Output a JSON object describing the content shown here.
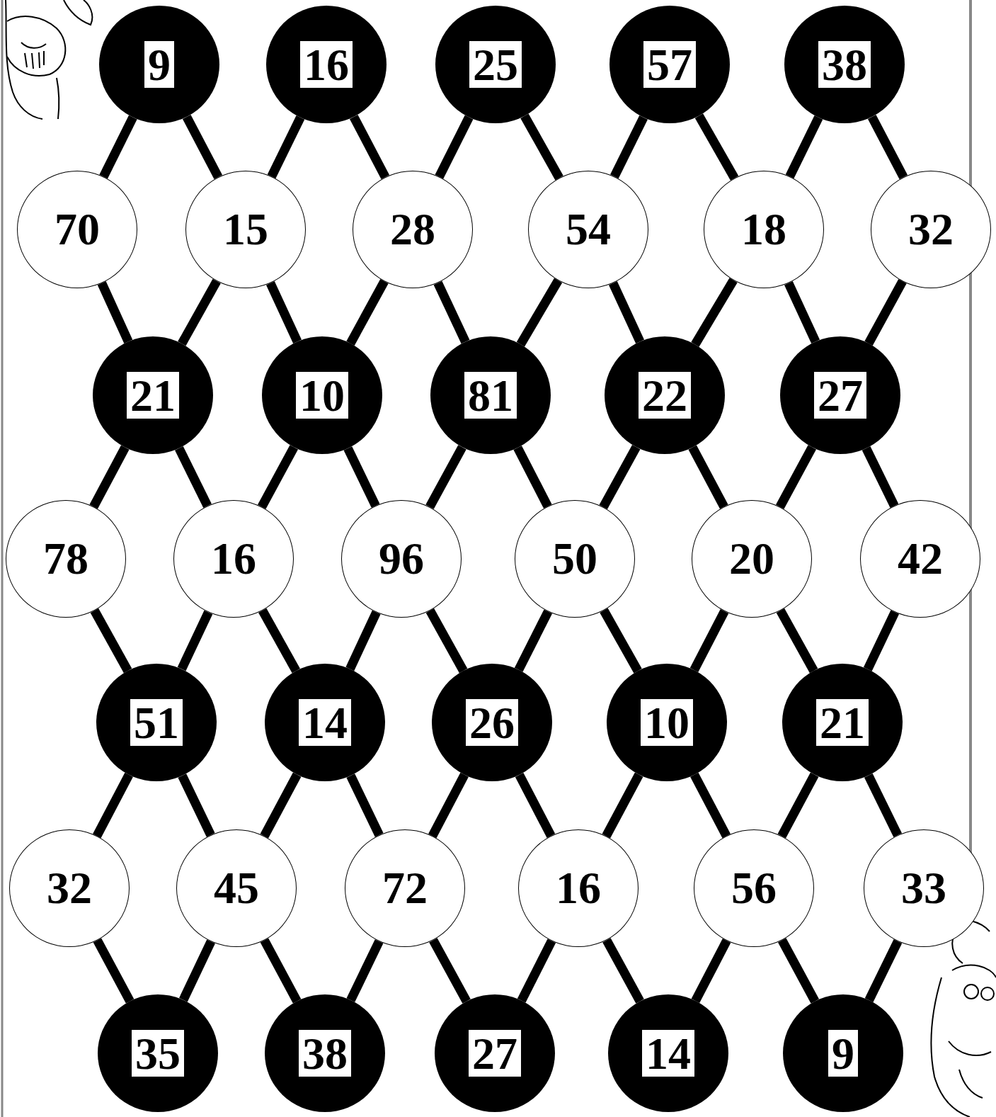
{
  "diagram": {
    "nodes": [
      {
        "text": [
          "9"
        ]
      },
      {
        "text": [
          "16"
        ]
      },
      {
        "text": [
          "25"
        ]
      },
      {
        "text": [
          "57"
        ]
      },
      {
        "text": [
          "38"
        ]
      },
      {
        "text": [
          "70"
        ]
      },
      {
        "text": [
          "15"
        ]
      },
      {
        "text": [
          "28"
        ]
      },
      {
        "text": [
          "54"
        ]
      },
      {
        "text": [
          "18"
        ]
      },
      {
        "text": [
          "32"
        ]
      },
      {
        "text": [
          "21"
        ]
      },
      {
        "text": [
          "10"
        ]
      },
      {
        "text": [
          "81"
        ]
      },
      {
        "text": [
          "22"
        ]
      },
      {
        "text": [
          "27"
        ]
      },
      {
        "text": [
          "78"
        ]
      },
      {
        "text": [
          "16"
        ]
      },
      {
        "text": [
          "96"
        ]
      },
      {
        "text": [
          "50"
        ]
      },
      {
        "text": [
          "20"
        ]
      },
      {
        "text": [
          "42"
        ]
      },
      {
        "text": [
          "51"
        ]
      },
      {
        "text": [
          "14"
        ]
      },
      {
        "text": [
          "26"
        ]
      },
      {
        "text": [
          "10"
        ]
      },
      {
        "text": [
          "21"
        ]
      },
      {
        "text": [
          "32"
        ]
      },
      {
        "text": [
          "45"
        ]
      },
      {
        "text": [
          "72"
        ]
      },
      {
        "text": [
          "16"
        ]
      },
      {
        "text": [
          "56"
        ]
      },
      {
        "text": [
          "33"
        ]
      },
      {
        "text": [
          "35"
        ]
      },
      {
        "text": [
          "38"
        ]
      },
      {
        "text": [
          "27"
        ]
      },
      {
        "text": [
          "14"
        ]
      },
      {
        "text": [
          "9"
        ]
      }
    ],
    "edges": [
      {
        "from": 0,
        "to": 5,
        "arrow": "none"
      },
      {
        "from": 0,
        "to": 6,
        "arrow": "none"
      },
      {
        "from": 1,
        "to": 6,
        "arrow": "none"
      },
      {
        "from": 1,
        "to": 7,
        "arrow": "none"
      },
      {
        "from": 2,
        "to": 7,
        "arrow": "none"
      },
      {
        "from": 2,
        "to": 8,
        "arrow": "none"
      },
      {
        "from": 3,
        "to": 8,
        "arrow": "none"
      },
      {
        "from": 3,
        "to": 9,
        "arrow": "none"
      },
      {
        "from": 4,
        "to": 9,
        "arrow": "none"
      },
      {
        "from": 4,
        "to": 10,
        "arrow": "none"
      },
      {
        "from": 5,
        "to": 11,
        "arrow": "none"
      },
      {
        "from": 6,
        "to": 11,
        "arrow": "none"
      },
      {
        "from": 6,
        "to": 12,
        "arrow": "none"
      },
      {
        "from": 7,
        "to": 12,
        "arrow": "none"
      },
      {
        "from": 7,
        "to": 13,
        "arrow": "none"
      },
      {
        "from": 8,
        "to": 13,
        "arrow": "none"
      },
      {
        "from": 8,
        "to": 14,
        "arrow": "none"
      },
      {
        "from": 9,
        "to": 14,
        "arrow": "none"
      },
      {
        "from": 9,
        "to": 15,
        "arrow": "none"
      },
      {
        "from": 10,
        "to": 15,
        "arrow": "none"
      },
      {
        "from": 11,
        "to": 16,
        "arrow": "none"
      },
      {
        "from": 11,
        "to": 17,
        "arrow": "none"
      },
      {
        "from": 12,
        "to": 17,
        "arrow": "none"
      },
      {
        "from": 12,
        "to": 18,
        "arrow": "none"
      },
      {
        "from": 13,
        "to": 18,
        "arrow": "none"
      },
      {
        "from": 13,
        "to": 19,
        "arrow": "none"
      },
      {
        "from": 14,
        "to": 19,
        "arrow": "none"
      },
      {
        "from": 14,
        "to": 20,
        "arrow": "none"
      },
      {
        "from": 15,
        "to": 20,
        "arrow": "none"
      },
      {
        "from": 15,
        "to": 21,
        "arrow": "none"
      },
      {
        "from": 16,
        "to": 22,
        "arrow": "none"
      },
      {
        "from": 17,
        "to": 22,
        "arrow": "none"
      },
      {
        "from": 17,
        "to": 23,
        "arrow": "none"
      },
      {
        "from": 18,
        "to": 23,
        "arrow": "none"
      },
      {
        "from": 18,
        "to": 24,
        "arrow": "none"
      },
      {
        "from": 19,
        "to": 24,
        "arrow": "none"
      },
      {
        "from": 19,
        "to": 25,
        "arrow": "none"
      },
      {
        "from": 20,
        "to": 25,
        "arrow": "none"
      },
      {
        "from": 20,
        "to": 26,
        "arrow": "none"
      },
      {
        "from": 21,
        "to": 26,
        "arrow": "none"
      },
      {
        "from": 22,
        "to": 27,
        "arrow": "none"
      },
      {
        "from": 22,
        "to": 28,
        "arrow": "none"
      },
      {
        "from": 23,
        "to": 28,
        "arrow": "none"
      },
      {
        "from": 23,
        "to": 29,
        "arrow": "none"
      },
      {
        "from": 24,
        "to": 29,
        "arrow": "none"
      },
      {
        "from": 24,
        "to": 30,
        "arrow": "none"
      },
      {
        "from": 25,
        "to": 30,
        "arrow": "none"
      },
      {
        "from": 25,
        "to": 31,
        "arrow": "none"
      },
      {
        "from": 26,
        "to": 31,
        "arrow": "none"
      },
      {
        "from": 26,
        "to": 32,
        "arrow": "none"
      },
      {
        "from": 27,
        "to": 33,
        "arrow": "none"
      },
      {
        "from": 28,
        "to": 33,
        "arrow": "none"
      },
      {
        "from": 28,
        "to": 34,
        "arrow": "none"
      },
      {
        "from": 29,
        "to": 34,
        "arrow": "none"
      },
      {
        "from": 29,
        "to": 35,
        "arrow": "none"
      },
      {
        "from": 30,
        "to": 35,
        "arrow": "none"
      },
      {
        "from": 30,
        "to": 36,
        "arrow": "none"
      },
      {
        "from": 31,
        "to": 36,
        "arrow": "none"
      },
      {
        "from": 31,
        "to": 37,
        "arrow": "none"
      },
      {
        "from": 32,
        "to": 37,
        "arrow": "none"
      }
    ]
  }
}
